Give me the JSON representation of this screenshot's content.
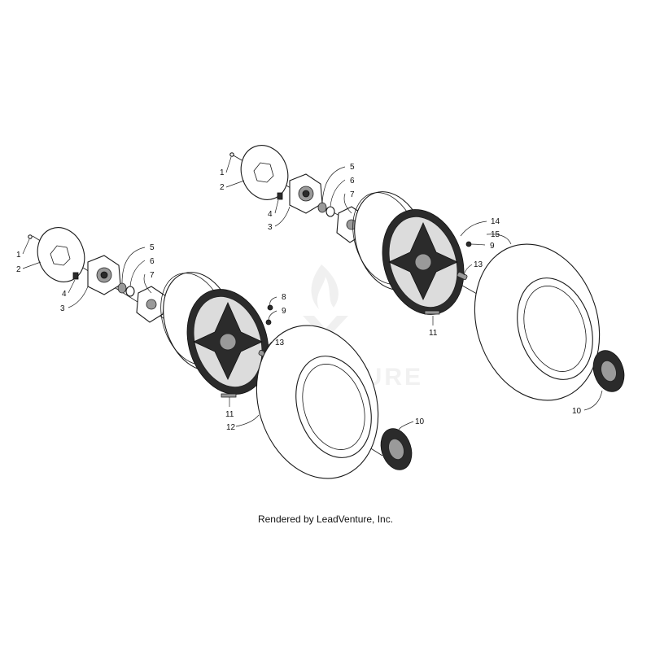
{
  "watermark": {
    "text": "LEADVENTURE"
  },
  "footer": {
    "text": "Rendered by LeadVenture, Inc."
  },
  "callouts": {
    "left": [
      "1",
      "2",
      "3",
      "4",
      "5",
      "6",
      "7",
      "8",
      "9",
      "13",
      "11",
      "12",
      "10"
    ],
    "right": [
      "1",
      "2",
      "3",
      "4",
      "5",
      "6",
      "7",
      "14",
      "15",
      "9",
      "13",
      "11",
      "10"
    ]
  }
}
